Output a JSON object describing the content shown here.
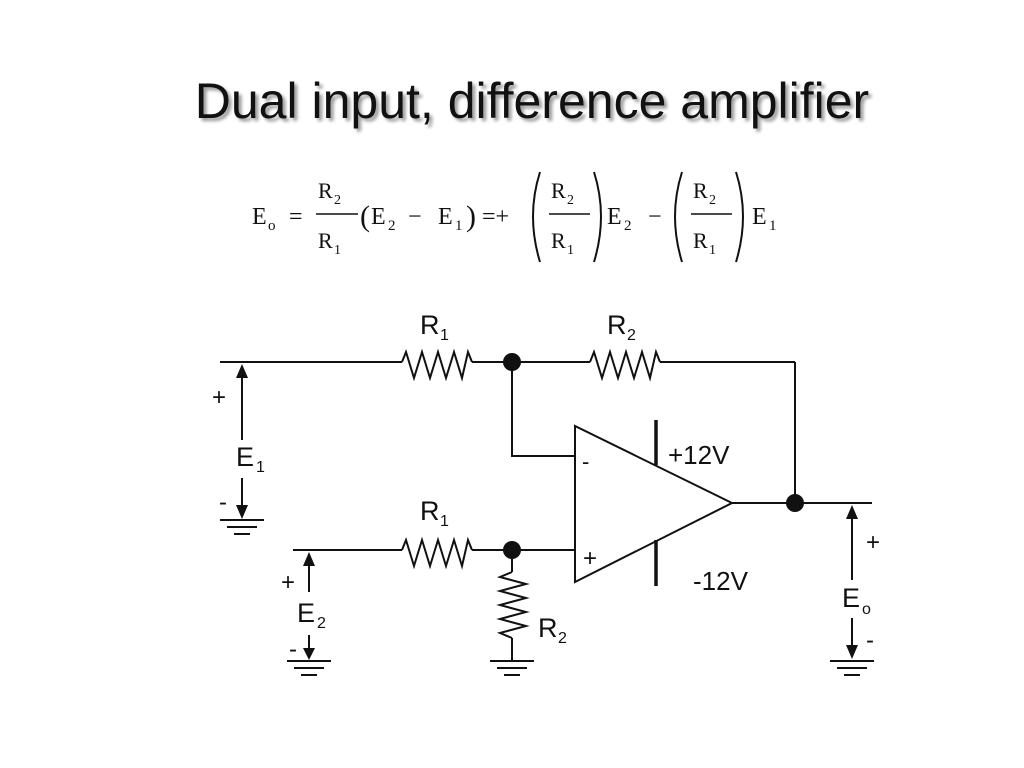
{
  "slide": {
    "title": "Dual input, difference amplifier"
  },
  "equation": {
    "lhs": "E",
    "lhs_sub": "o",
    "equals": "=",
    "numerator": "R",
    "numerator_sub": "2",
    "denominator": "R",
    "denominator_sub": "1",
    "paren_open": "(",
    "paren_close": ")",
    "var_a": "E",
    "var_a_sub": "2",
    "minus": "−",
    "var_b": "E",
    "var_b_sub": "1",
    "equals_plus": "=+",
    "term2_var": "E",
    "term2_var_sub": "2",
    "term3_var": "E",
    "term3_var_sub": "1"
  },
  "circuit": {
    "r_top_left": {
      "name": "R",
      "sub": "1"
    },
    "r_feedback": {
      "name": "R",
      "sub": "2"
    },
    "r_bottom_input": {
      "name": "R",
      "sub": "1"
    },
    "r_ground": {
      "name": "R",
      "sub": "2"
    },
    "inverting_input": "-",
    "noninverting_input": "+",
    "supply_positive": "+12V",
    "supply_negative": "-12V",
    "input_1": {
      "name": "E",
      "sub": "1",
      "plus": "+",
      "minus": "-"
    },
    "input_2": {
      "name": "E",
      "sub": "2",
      "plus": "+",
      "minus": "-"
    },
    "output": {
      "name": "E",
      "sub": "o",
      "plus": "+",
      "minus": "-"
    }
  }
}
